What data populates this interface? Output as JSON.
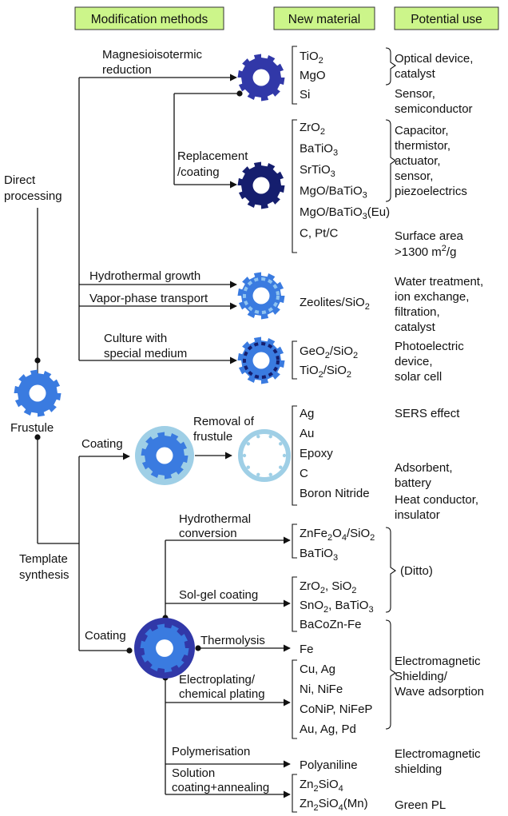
{
  "colors": {
    "header_fill": "#ccf58a",
    "header_border": "#333333",
    "gear_blue": "#3a7be0",
    "gear_indigo": "#3138a8",
    "gear_navy": "#151e6e",
    "gear_light": "#8fc3f0",
    "ring_light": "#9fcfe6",
    "lines": "#111111"
  },
  "headers": {
    "methods": "Modification methods",
    "material": "New material",
    "use": "Potential use"
  },
  "left": {
    "direct": [
      "Direct",
      "processing"
    ],
    "frustule": "Frustule",
    "template": [
      "Template",
      "synthesis"
    ]
  },
  "methods": {
    "magnesio": [
      "Magnesioisotermic",
      "reduction"
    ],
    "replacement": [
      "Replacement",
      "/coating"
    ],
    "hydro_growth": "Hydrothermal growth",
    "vapor": "Vapor-phase transport",
    "culture": [
      "Culture with",
      "special medium"
    ],
    "coating_top": "Coating",
    "removal": [
      "Removal of",
      "frustule"
    ],
    "coating_bottom": "Coating",
    "hydro_conv": [
      "Hydrothermal",
      "conversion"
    ],
    "solgel": "Sol-gel coating",
    "thermolysis": "Thermolysis",
    "electroplating": [
      "Electroplating/",
      "chemical plating"
    ],
    "polymerisation": "Polymerisation",
    "solution": [
      "Solution",
      "coating+annealing"
    ]
  },
  "materials": {
    "g1": [
      {
        "base": "TiO",
        "sub": "2"
      },
      {
        "base": "MgO"
      },
      {
        "base": "Si"
      }
    ],
    "g2": [
      {
        "base": "ZrO",
        "sub": "2"
      },
      {
        "base": "BaTiO",
        "sub": "3"
      },
      {
        "base": "SrTiO",
        "sub": "3"
      },
      {
        "base": "MgO/BaTiO",
        "sub": "3"
      },
      {
        "base": "MgO/BaTiO",
        "sub": "3",
        "tail": "(Eu)"
      },
      {
        "base": "C, Pt/C"
      }
    ],
    "g3": [
      {
        "base": "Zeolites/SiO",
        "sub": "2"
      }
    ],
    "g4": [
      {
        "base": "GeO",
        "sub": "2",
        "tail": "/SiO",
        "sub2": "2"
      },
      {
        "base": "TiO",
        "sub": "2",
        "tail": "/SiO",
        "sub2": "2"
      }
    ],
    "g5": [
      {
        "base": "Ag"
      },
      {
        "base": "Au"
      },
      {
        "base": "Epoxy"
      },
      {
        "base": "C"
      },
      {
        "base": "Boron Nitride"
      }
    ],
    "g6": [
      {
        "base": "ZnFe",
        "sub": "2",
        "tail": "O",
        "sub2": "4",
        "tail2": "/SiO",
        "sub3": "2"
      },
      {
        "base": "BaTiO",
        "sub": "3"
      }
    ],
    "g7": [
      {
        "base": "ZrO",
        "sub": "2",
        "tail": ", SiO",
        "sub2": "2"
      },
      {
        "base": "SnO",
        "sub": "2",
        "tail": ", BaTiO",
        "sub2": "3"
      },
      {
        "base": "BaCoZn-Fe"
      }
    ],
    "g8": [
      {
        "base": "Fe"
      }
    ],
    "g9": [
      {
        "base": "Cu, Ag"
      },
      {
        "base": "Ni, NiFe"
      },
      {
        "base": "CoNiP, NiFeP"
      },
      {
        "base": "Au, Ag, Pd"
      }
    ],
    "g10": [
      {
        "base": "Polyaniline"
      }
    ],
    "g11": [
      {
        "base": "Zn",
        "sub": "2",
        "tail": "SiO",
        "sub2": "4"
      },
      {
        "base": "Zn",
        "sub": "2",
        "tail": "SiO",
        "sub2": "4",
        "tail2": "(Mn)"
      }
    ]
  },
  "uses": {
    "optical": [
      "Optical device,",
      "catalyst"
    ],
    "sensor": [
      "Sensor,",
      "semiconductor"
    ],
    "capacitor": [
      "Capacitor,",
      "thermistor,",
      "actuator,",
      "sensor,",
      "piezoelectrics"
    ],
    "surface": [
      "Surface area",
      ">1300 m",
      "2",
      "/g"
    ],
    "water": [
      "Water treatment,",
      "ion exchange,",
      "filtration,",
      "catalyst"
    ],
    "photo": [
      "Photoelectric",
      "device,",
      "solar cell"
    ],
    "sers": "SERS effect",
    "adsorbent": [
      "Adsorbent,",
      "battery"
    ],
    "heat": [
      "Heat conductor,",
      "insulator"
    ],
    "ditto": "(Ditto)",
    "em": [
      "Electromagnetic",
      "Shielding/",
      "Wave adsorption"
    ],
    "em2": [
      "Electromagnetic",
      "shielding"
    ],
    "green": "Green PL"
  }
}
